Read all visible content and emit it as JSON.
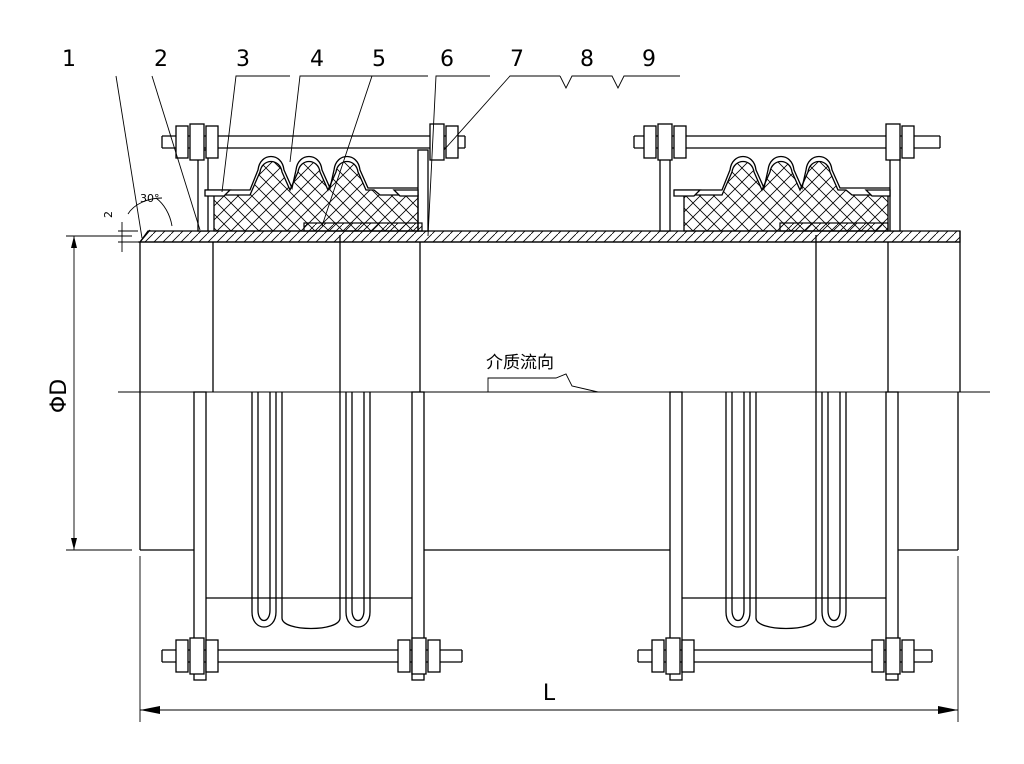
{
  "part_numbers": [
    "1",
    "2",
    "3",
    "4",
    "5",
    "6",
    "7",
    "8",
    "9"
  ],
  "flow_label": "介质流向",
  "diameter_label": "ΦD",
  "length_label": "L",
  "angle_label": "30°",
  "gap_label": "2"
}
